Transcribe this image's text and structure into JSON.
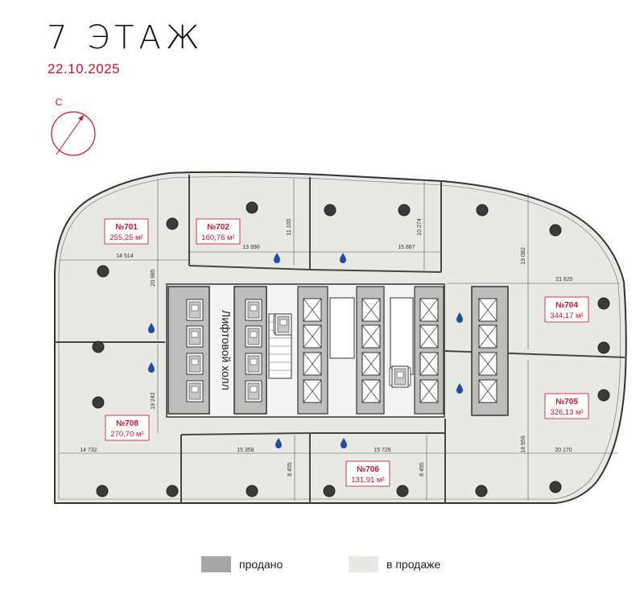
{
  "title": "7 ЭТАЖ",
  "date": "22.10.2025",
  "compass": {
    "label": "С"
  },
  "hall_label": "Лифтовой холл",
  "units": [
    {
      "number": "№701",
      "area": "255,25 м²"
    },
    {
      "number": "№702",
      "area": "160,76 м²"
    },
    {
      "number": "№704",
      "area": "344,17 м²"
    },
    {
      "number": "№705",
      "area": "326,13 м²"
    },
    {
      "number": "№706",
      "area": "131,91 м²"
    },
    {
      "number": "№708",
      "area": "270,70 м²"
    }
  ],
  "dimensions": [
    "14 514",
    "20 985",
    "13 990",
    "11 100",
    "15 887",
    "10 274",
    "19 082",
    "21 625",
    "14 732",
    "19 242",
    "15 358",
    "8 455",
    "15 726",
    "8 455",
    "18 959",
    "20 170"
  ],
  "legend": [
    {
      "label": "продано",
      "color": "#a6a6a6"
    },
    {
      "label": "в продаже",
      "color": "#e8e8e5"
    }
  ],
  "colors": {
    "accent": "#c8102e",
    "floor": "#e8e8e5",
    "sold": "#a6a6a6",
    "water": "#1f4fa0"
  }
}
